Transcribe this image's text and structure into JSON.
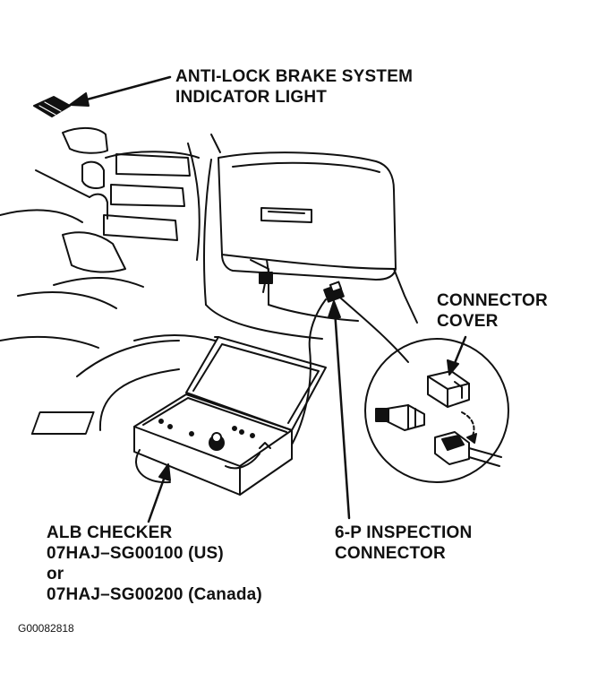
{
  "labels": {
    "abs_indicator": [
      "ANTI-LOCK BRAKE SYSTEM",
      "INDICATOR LIGHT"
    ],
    "connector_cover": [
      "CONNECTOR",
      "COVER"
    ],
    "alb_checker": [
      "ALB CHECKER",
      "07HAJ–SG00100 (US)",
      "or",
      "07HAJ–SG00200 (Canada)"
    ],
    "inspection_connector": [
      "6-P INSPECTION",
      "CONNECTOR"
    ]
  },
  "figure_id": "G00082818",
  "colors": {
    "ink": "#111111",
    "paper": "#ffffff"
  }
}
